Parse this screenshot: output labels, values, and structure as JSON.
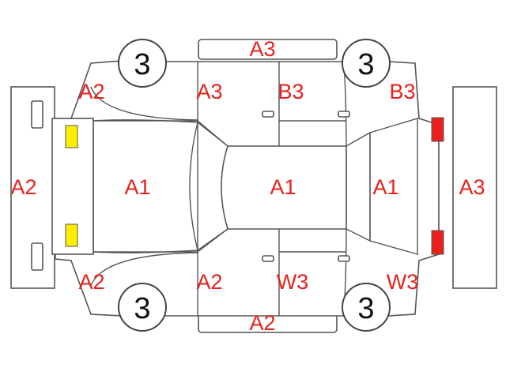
{
  "colors": {
    "code_text": "#e8211c",
    "front_lamp": "#ffee00",
    "rear_lamp": "#e8211c"
  },
  "labels": {
    "front_bumper": "A2",
    "front_left_fender": "A2",
    "front_right_fender": "A2",
    "hood": "A1",
    "roof": "A1",
    "trunk": "A1",
    "rear_bumper": "A3",
    "top_side_skirt": "A3",
    "front_door_top": "A3",
    "rear_door_top": "B3",
    "rear_quarter_top": "B3",
    "bottom_side_skirt": "A2",
    "front_door_bottom": "A2",
    "rear_door_bottom": "W3",
    "rear_quarter_bottom": "W3"
  },
  "wheels": {
    "front_top": "3",
    "rear_top": "3",
    "front_bottom": "3",
    "rear_bottom": "3"
  }
}
